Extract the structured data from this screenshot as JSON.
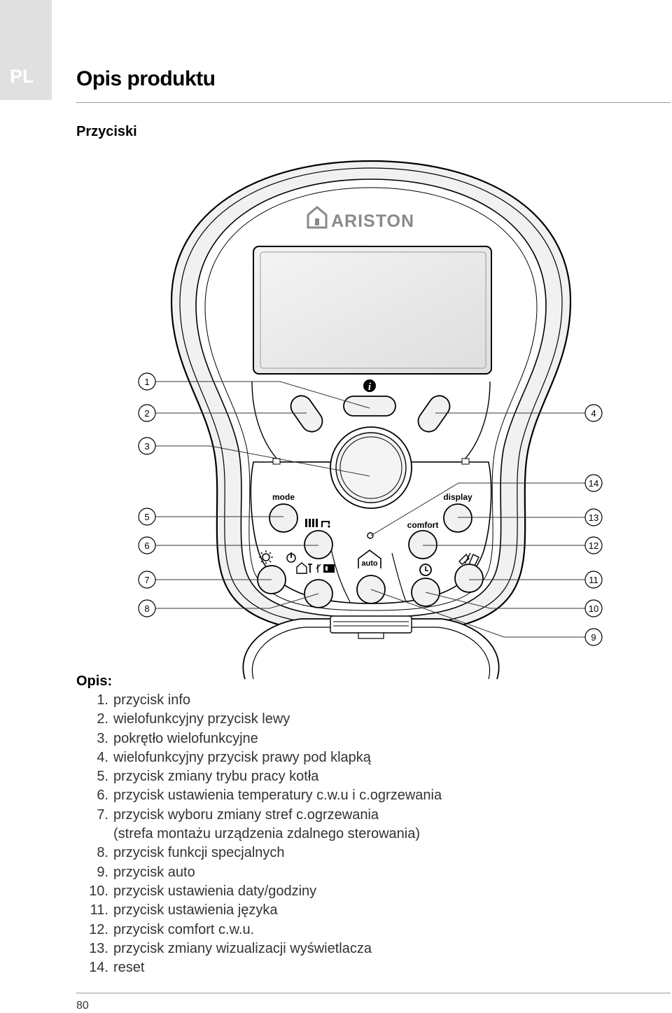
{
  "lang_tab": "PL",
  "page_title": "Opis produktu",
  "section_title": "Przyciski",
  "device": {
    "brand": "ARISTON",
    "buttons": {
      "mode": "mode",
      "display": "display",
      "comfort": "comfort",
      "auto": "auto"
    },
    "callouts": [
      "1",
      "2",
      "3",
      "4",
      "5",
      "6",
      "7",
      "8",
      "9",
      "10",
      "11",
      "12",
      "13",
      "14"
    ]
  },
  "legend": {
    "title": "Opis:",
    "items": [
      {
        "n": "1.",
        "text": "przycisk info"
      },
      {
        "n": "2.",
        "text": "wielofunkcyjny przycisk lewy"
      },
      {
        "n": "3.",
        "text": "pokrętło wielofunkcyjne"
      },
      {
        "n": "4.",
        "text": "wielofunkcyjny przycisk prawy pod klapką"
      },
      {
        "n": "5.",
        "text": "przycisk zmiany trybu pracy kotła"
      },
      {
        "n": "6.",
        "text": "przycisk ustawienia temperatury c.w.u i c.ogrzewania"
      },
      {
        "n": "7.",
        "text": "przycisk wyboru zmiany stref  c.ogrzewania"
      },
      {
        "n": "",
        "text": "(strefa montażu urządzenia zdalnego sterowania)"
      },
      {
        "n": "8.",
        "text": "przycisk funkcji specjalnych"
      },
      {
        "n": "9.",
        "text": "przycisk auto"
      },
      {
        "n": "10.",
        "text": "przycisk ustawienia daty/godziny"
      },
      {
        "n": "11.",
        "text": "przycisk ustawienia języka"
      },
      {
        "n": "12.",
        "text": "przycisk comfort c.w.u."
      },
      {
        "n": "13.",
        "text": "przycisk zmiany wizualizacji  wyświetlacza"
      },
      {
        "n": "14.",
        "text": "reset"
      }
    ]
  },
  "page_number": "80"
}
